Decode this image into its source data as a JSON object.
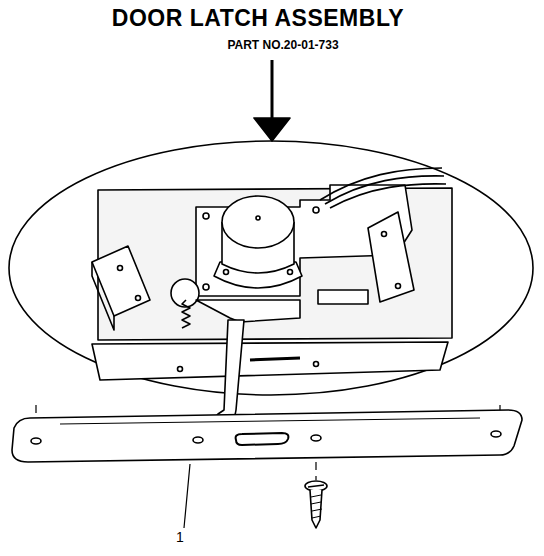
{
  "diagram": {
    "title": "DOOR LATCH ASSEMBLY",
    "labels": [
      "PART NO.20-01-733",
      "1"
    ]
  }
}
